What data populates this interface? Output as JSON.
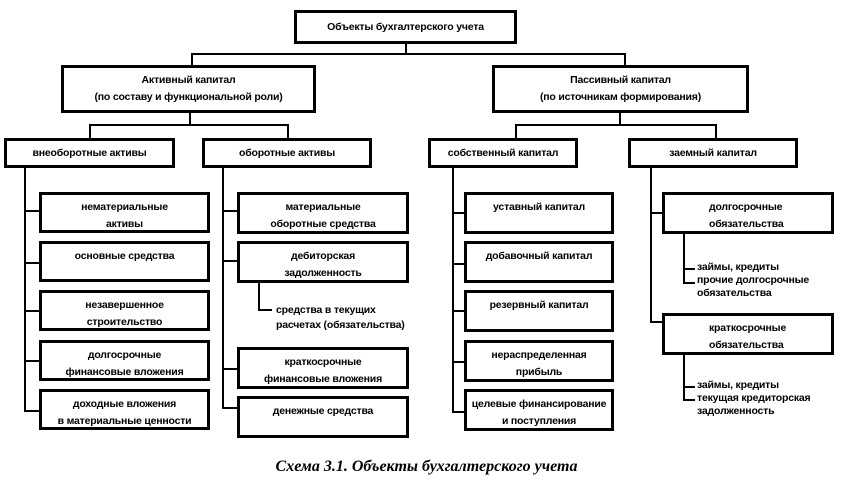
{
  "root": {
    "label": "Объекты бухгалтерского учета"
  },
  "active": {
    "line1": "Активный капитал",
    "line2": "(по составу и функциональной роли)"
  },
  "passive": {
    "line1": "Пассивный капитал",
    "line2": "(по источникам формирования)"
  },
  "noncurrent": {
    "label": "внеоборотные активы",
    "items": [
      {
        "line1": "нематериальные",
        "line2": "активы"
      },
      {
        "line1": "основные средства",
        "line2": ""
      },
      {
        "line1": "незавершенное",
        "line2": "строительство"
      },
      {
        "line1": "долгосрочные",
        "line2": "финансовые вложения"
      },
      {
        "line1": "доходные вложения",
        "line2": "в материальные ценности"
      }
    ]
  },
  "current": {
    "label": "оборотные активы",
    "items": [
      {
        "line1": "материальные",
        "line2": "оборотные средства"
      },
      {
        "line1": "дебиторская",
        "line2": "задолженность"
      },
      {
        "line1": "краткосрочные",
        "line2": "финансовые вложения"
      },
      {
        "line1": "денежные средства",
        "line2": ""
      }
    ],
    "receivables_sub": {
      "line1": "средства в текущих",
      "line2": "расчетах (обязательства)"
    }
  },
  "equity": {
    "label": "собственный капитал",
    "items": [
      {
        "line1": "уставный капитал",
        "line2": ""
      },
      {
        "line1": "добавочный капитал",
        "line2": ""
      },
      {
        "line1": "резервный капитал",
        "line2": ""
      },
      {
        "line1": "нераспределенная",
        "line2": "прибыль"
      },
      {
        "line1": "целевые финансирование",
        "line2": "и поступления"
      }
    ]
  },
  "borrowed": {
    "label": "заемный капитал",
    "items": [
      {
        "line1": "долгосрочные",
        "line2": "обязательства",
        "sub": [
          "займы, кредиты",
          "прочие долгосрочные",
          "обязательства"
        ]
      },
      {
        "line1": "краткосрочные",
        "line2": "обязательства",
        "sub": [
          "займы, кредиты",
          "текущая кредиторская",
          "задолженность"
        ]
      }
    ]
  },
  "caption": "Схема 3.1. Объекты бухгалтерского учета"
}
